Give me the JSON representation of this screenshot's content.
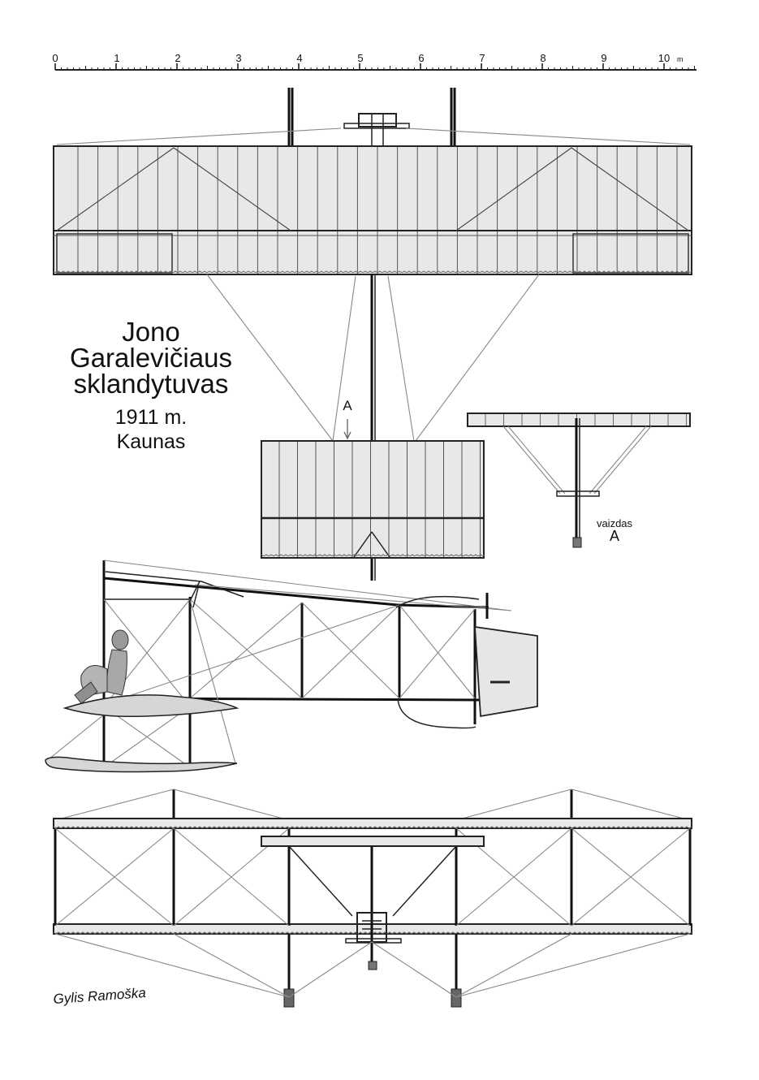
{
  "title": {
    "line1": "Jono",
    "line2": "Garalevičiaus",
    "line3": "sklandytuvas",
    "year": "1911 m.",
    "place": "Kaunas"
  },
  "scale_bar": {
    "ticks": [
      "0",
      "1",
      "2",
      "3",
      "4",
      "5",
      "6",
      "7",
      "8",
      "9",
      "10"
    ],
    "unit": "m"
  },
  "views": {
    "arrow_label": "A",
    "view_caption": "vaizdas",
    "view_letter": "A"
  },
  "signature": "Gylis Ramoška",
  "colors": {
    "line": "#222222",
    "wire": "#888888",
    "fabric": "#e8e8e8"
  }
}
